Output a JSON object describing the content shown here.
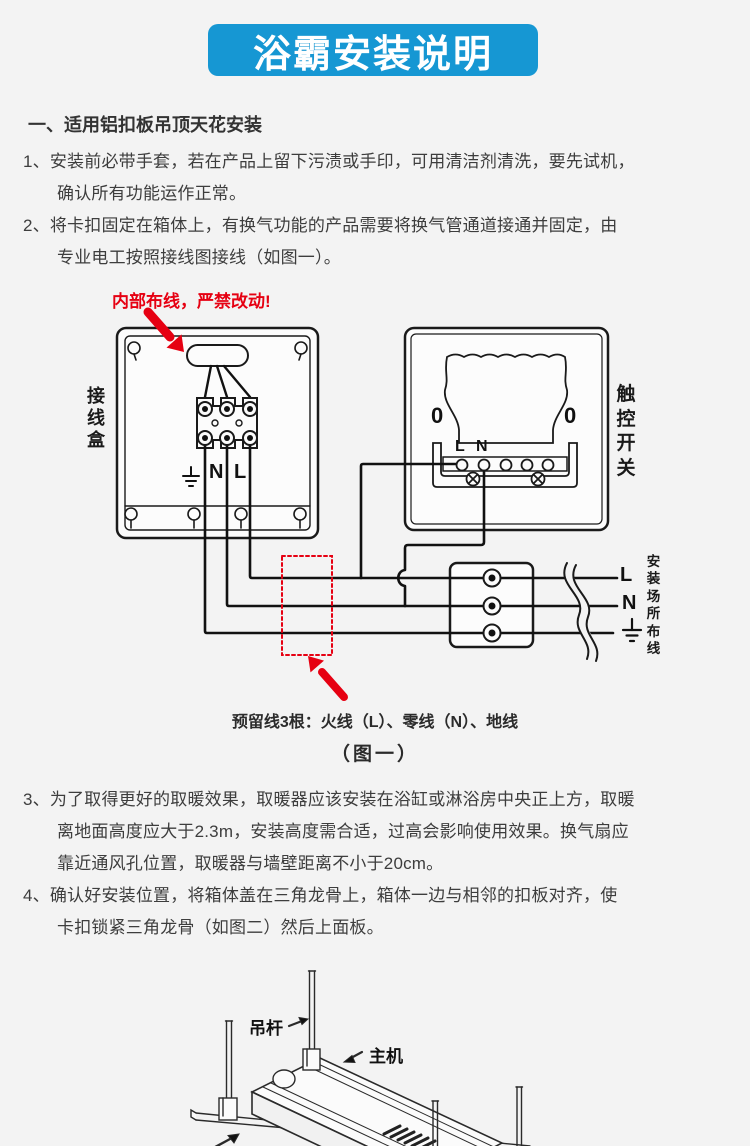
{
  "title": {
    "text": "浴霸安装说明"
  },
  "colors": {
    "accent_blue": "#1697d3",
    "warning_red": "#e60012",
    "page_bg": "#f3f3f3",
    "ink": "#3d3d3d"
  },
  "heading": "一、适用铝扣板吊顶天花安装",
  "items": [
    {
      "lines": [
        "1、安装前必带手套，若在产品上留下污渍或手印，可用清洁剂清洗，要先试机，",
        "确认所有功能运作正常。"
      ]
    },
    {
      "lines": [
        "2、将卡扣固定在箱体上，有换气功能的产品需要将换气管通道接通并固定，由",
        "专业电工按照接线图接线（如图一）。"
      ]
    },
    {
      "lines": [
        "3、为了取得更好的取暖效果，取暖器应该安装在浴缸或淋浴房中央正上方，取暖",
        "离地面高度应大于2.3m，安装高度需合适，过高会影响使用效果。换气扇应",
        "靠近通风孔位置，取暖器与墙壁距离不小于20cm。"
      ]
    },
    {
      "lines": [
        "4、确认好安装位置，将箱体盖在三角龙骨上，箱体一边与相邻的扣板对齐，使",
        "卡扣锁紧三角龙骨（如图二）然后上面板。"
      ]
    }
  ],
  "figure1": {
    "warning": "内部布线，严禁改动!",
    "left_label": "接线盒",
    "right_label": "触控开关",
    "site_label": "安装场所布线",
    "junction_terminal_n": "N",
    "junction_terminal_l": "L",
    "switch_zero_left": "0",
    "switch_zero_right": "0",
    "switch_l": "L",
    "switch_n": "N",
    "line_l": "L",
    "line_n": "N",
    "caption": "预留线3根：火线（L）、零线（N）、地线",
    "label": "（图一）"
  },
  "figure2": {
    "rod": "吊杆",
    "unit": "主机"
  }
}
